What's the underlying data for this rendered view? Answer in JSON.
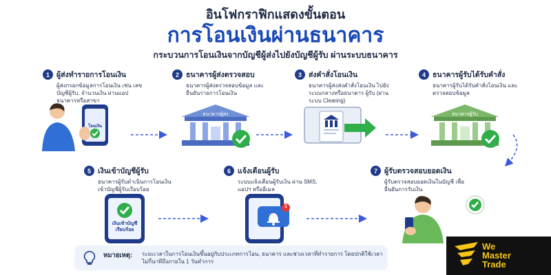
{
  "header": {
    "title_line1": "อินโฟกราฟิกแสดงขั้นตอน",
    "title_line2": "การโอนเงินผ่านธนาคาร",
    "subtitle": "กระบวนการโอนเงินจากบัญชีผู้ส่งไปยังบัญชีผู้รับ ผ่านระบบธนาคาร"
  },
  "steps": [
    {
      "num": "1",
      "title": "ผู้ส่งทำรายการโอนเงิน",
      "desc": "ผู้ส่งกรอกข้อมูลการโอนเงิน เช่น เลขบัญชีผู้รับ, จำนวนเงิน ผ่านแอปธนาคารหรือสาขา"
    },
    {
      "num": "2",
      "title": "ธนาคารผู้ส่งตรวจสอบ",
      "desc": "ธนาคารผู้ส่งตรวจสอบข้อมูล และยืนยันรายการโอนเงิน"
    },
    {
      "num": "3",
      "title": "ส่งคำสั่งโอนเงิน",
      "desc": "ธนาคารผู้ส่งส่งคำสั่งโอนเงิน ไปยังระบบกลางหรือธนาคาร ผู้รับ (ผ่านระบบ Clearing)"
    },
    {
      "num": "4",
      "title": "ธนาคารผู้รับได้รับคำสั่ง",
      "desc": "ธนาคารผู้รับได้รับคำสั่งโอนเงิน และตรวจสอบข้อมูล"
    },
    {
      "num": "5",
      "title": "เงินเข้าบัญชีผู้รับ",
      "desc": "ธนาคารผู้รับดำเนินการโอนเงิน เข้าบัญชีผู้รับเรียบร้อย"
    },
    {
      "num": "6",
      "title": "แจ้งเตือนผู้รับ",
      "desc": "ระบบแจ้งเตือนผู้รับเงิน ผ่าน SMS, แอปฯ หรืออีเมล"
    },
    {
      "num": "7",
      "title": "ผู้รับตรวจสอบยอดเงิน",
      "desc": "ผู้รับตรวจสอบยอดเงินในบัญชี เพื่อยืนยันการรับเงิน"
    }
  ],
  "illustrations": {
    "phone1_label": "โอนเงิน",
    "sender_bank_label": "ธนาคารผู้ส่ง",
    "receiver_bank_label": "ธนาคารผู้รับ",
    "phone5_label": "เงินเข้าบัญชี เรียบร้อย",
    "badge_count": "1"
  },
  "note": {
    "label": "หมายเหตุ:",
    "text": "ระยะเวลาในการโอนเงินขึ้นอยู่กับประเภทการโอน, ธนาคาร และช่วงเวลาที่ทำรายการ โดยปกติใช้เวลาไม่กี่นาทีถึงภายใน 1 วันทำการ"
  },
  "brand": {
    "name": "We Master Trade",
    "line1": "We",
    "line2": "Master",
    "line3": "Trade"
  },
  "colors": {
    "primary": "#1747b8",
    "navy": "#1e3a8a",
    "success": "#2fae4a",
    "bank_blue": "#6f8fd6",
    "bank_green": "#7db86a",
    "logo_gold": "#f5c518"
  }
}
